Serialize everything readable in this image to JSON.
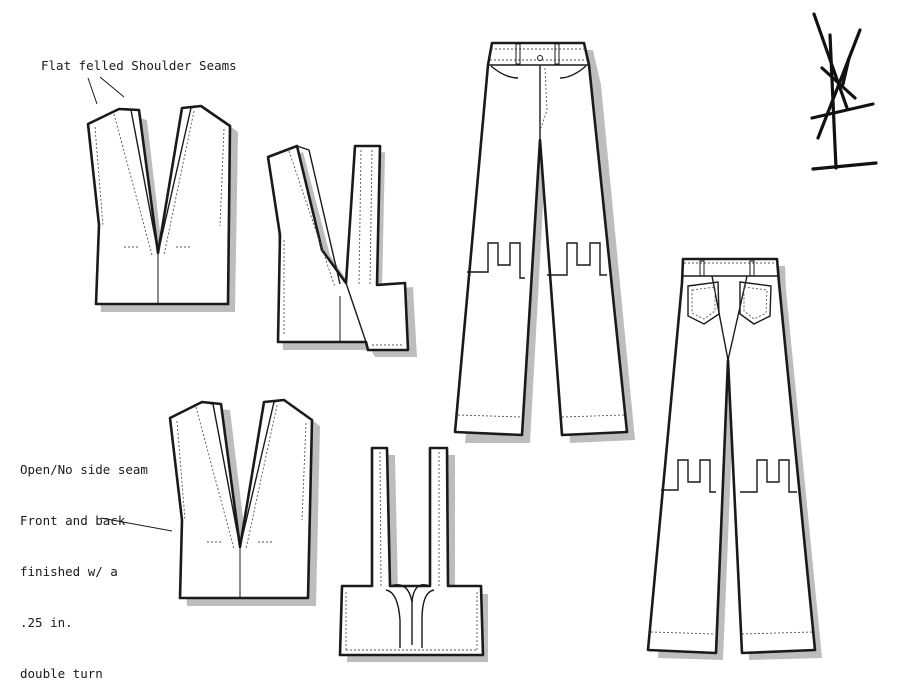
{
  "annotations": {
    "shoulder_seams": "Flat felled Shoulder Seams",
    "side_seam_lines": [
      "Open/No side seam",
      "Front and back",
      "finished w/ a",
      ".25 in.",
      "double turn"
    ]
  },
  "colors": {
    "outline": "#1a1a1a",
    "shadow": "#bdbdbd",
    "paper": "#ffffff"
  }
}
